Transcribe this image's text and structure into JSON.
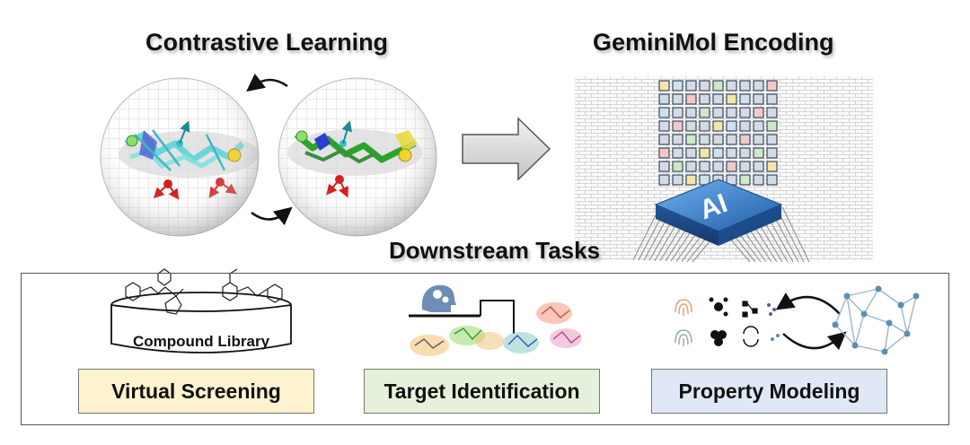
{
  "titles": {
    "contrastive": "Contrastive Learning",
    "encoding": "GeminiMol Encoding",
    "downstream": "Downstream Tasks"
  },
  "chip": {
    "label": "AI"
  },
  "library": {
    "label": "Compound Library"
  },
  "tasks": [
    {
      "label": "Virtual Screening",
      "color": "#fdf3cf"
    },
    {
      "label": "Target Identification",
      "color": "#e6f1dc"
    },
    {
      "label": "Property Modeling",
      "color": "#dfe8f4"
    }
  ],
  "colors": {
    "chip": "#2f6fb5",
    "cyan_molecule": "#5fd3d6",
    "green_molecule": "#2aa52a",
    "red_atom": "#d42020",
    "arrow_gray": "#d0d0d0",
    "network": "#5b8fb0"
  }
}
